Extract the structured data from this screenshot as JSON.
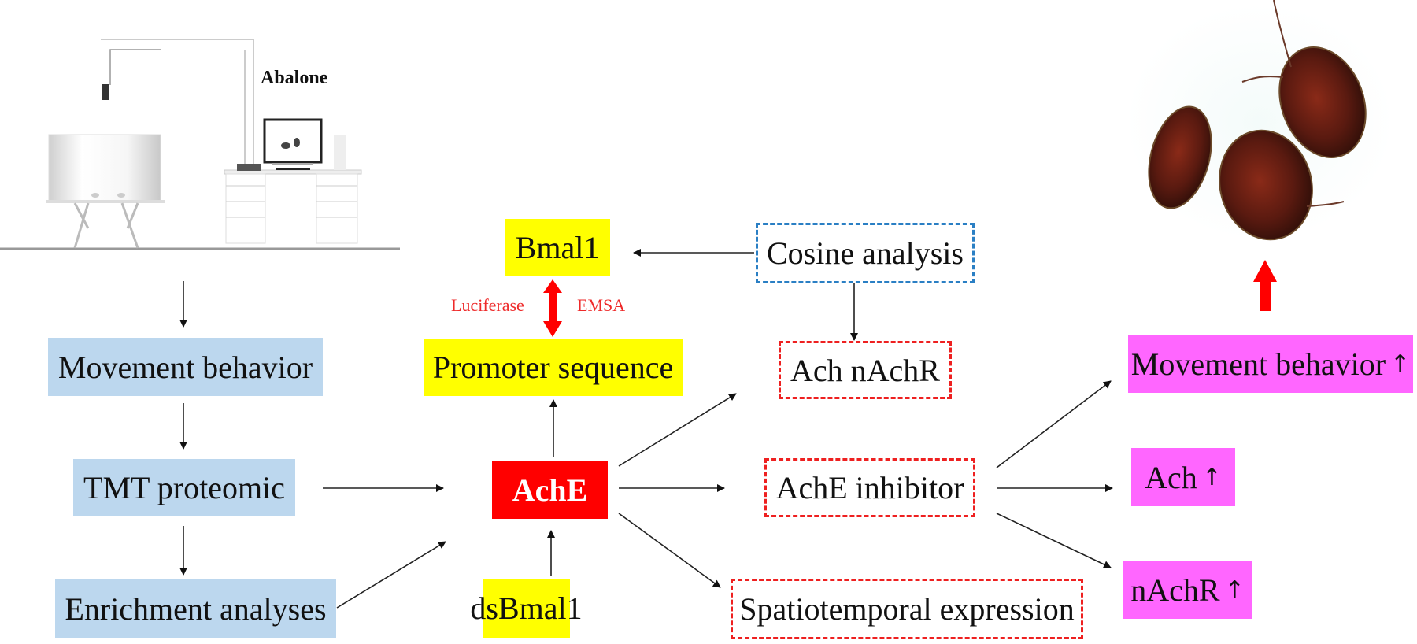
{
  "figure": {
    "scene_label": "Abalone",
    "left_column": {
      "movement": "Movement behavior",
      "tmt": "TMT proteomic",
      "enrichment": "Enrichment analyses"
    },
    "center": {
      "bmal1": "Bmal1",
      "promoter": "Promoter sequence",
      "ache": "AchE",
      "dsbmal1": "dsBmal1",
      "luciferase": "Luciferase",
      "emsa": "EMSA"
    },
    "right_center": {
      "cosine": "Cosine analysis",
      "ach_nachr": "Ach nAchR",
      "ache_inhibitor": "AchE inhibitor",
      "spatiotemporal": "Spatiotemporal expression"
    },
    "results": {
      "movement_up": "Movement behavior",
      "ach_up": "Ach",
      "nachr_up": "nAchR",
      "up_arrow": "↑"
    },
    "colors": {
      "blue_box": "#bcd7ee",
      "yellow_box": "#ffff00",
      "red_box": "#ff0000",
      "pink_box": "#ff66ff",
      "dash_red": "#ee2020",
      "dash_blue": "#2a7fc4"
    }
  }
}
